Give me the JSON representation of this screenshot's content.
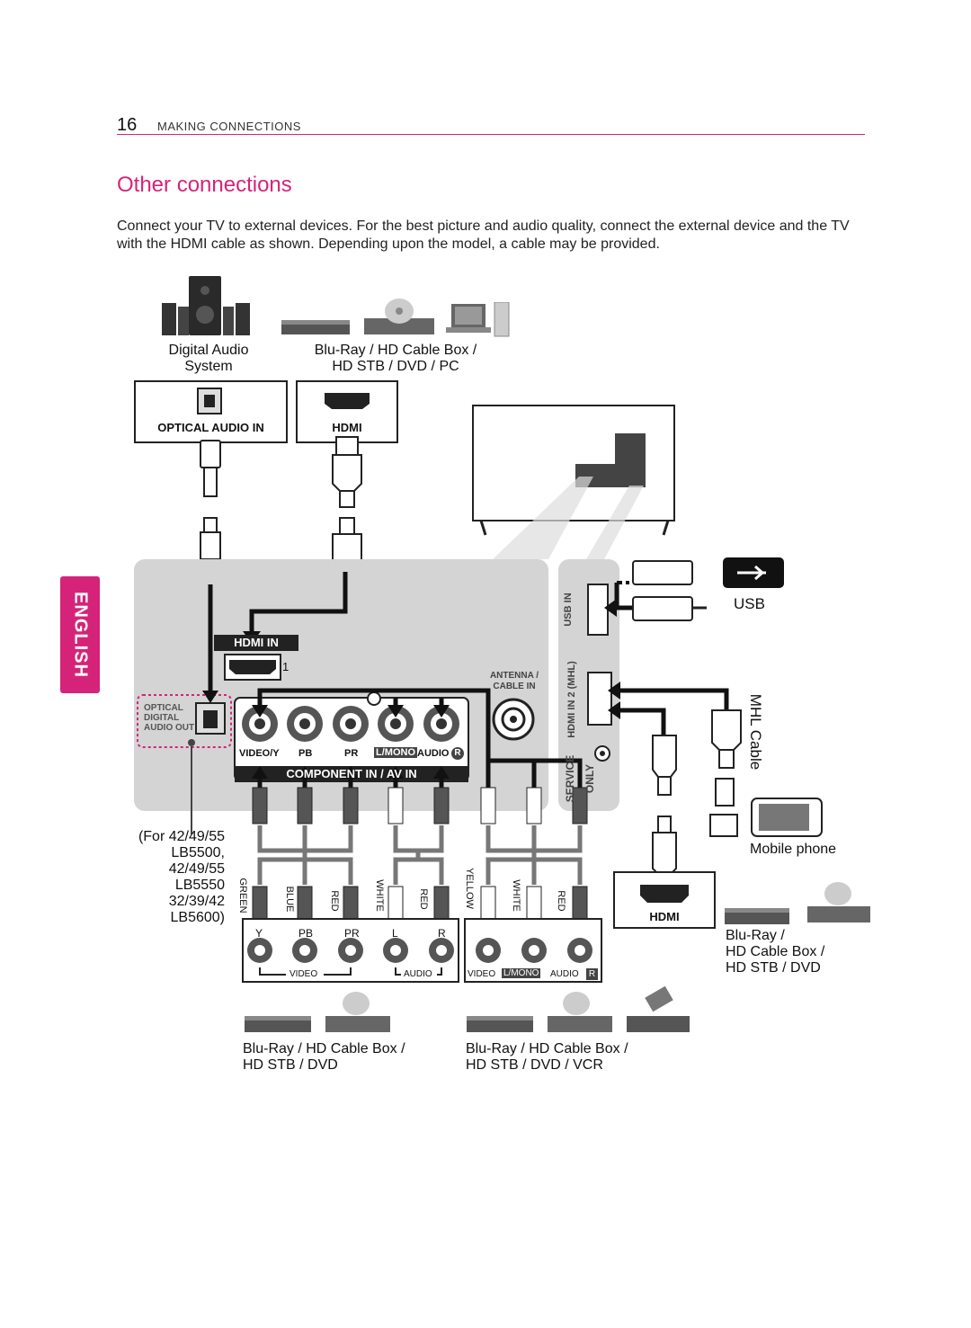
{
  "header": {
    "page_number": "16",
    "section": "MAKING CONNECTIONS"
  },
  "title": "Other connections",
  "intro": "Connect your TV to external devices. For the best picture and audio quality, connect the external device and the TV with the HDMI cable as shown. Depending upon the model, a cable may be provided.",
  "side_tab": "ENGLISH",
  "devices_top": {
    "audio_line1": "Digital Audio",
    "audio_line2": "System",
    "source_line1": "Blu-Ray / HD Cable Box /",
    "source_line2": "HD STB / DVD / PC"
  },
  "boxes": {
    "optical": "OPTICAL AUDIO IN",
    "hdmi": "HDMI",
    "hdmi_right": "HDMI"
  },
  "panel": {
    "hdmi_in": "HDMI IN",
    "hdmi_port_num": "1",
    "optical_out": [
      "OPTICAL",
      "DIGITAL",
      "AUDIO OUT"
    ],
    "antenna": [
      "ANTENNA /",
      "CABLE IN"
    ],
    "jack_labels": [
      "VIDEO/Y",
      "PB",
      "PR",
      "L/MONO",
      "AUDIO",
      "R"
    ],
    "component_bar": "COMPONENT IN / AV IN",
    "usb_in": "USB IN",
    "hdmi_in2": "HDMI IN 2 (MHL)",
    "service": "SERVICE",
    "only": "ONLY"
  },
  "right": {
    "usb": "USB",
    "mhl_cable": "MHL Cable",
    "mobile": "Mobile phone",
    "dev1": "Blu-Ray /",
    "dev2": "HD Cable Box /",
    "dev3": "HD STB / DVD"
  },
  "models": [
    "(For 42/49/55",
    "LB5500,",
    "42/49/55",
    "LB5550",
    "32/39/42",
    "LB5600)"
  ],
  "cable_colors_left": [
    "GREEN",
    "BLUE",
    "RED",
    "WHITE",
    "RED"
  ],
  "cable_colors_right": [
    "YELLOW",
    "WHITE",
    "RED"
  ],
  "comp_box": {
    "jacks": [
      "Y",
      "PB",
      "PR",
      "L",
      "R"
    ],
    "video": "VIDEO",
    "audio": "AUDIO"
  },
  "av_box": {
    "video": "VIDEO",
    "lmono": "L/MONO",
    "audio": "AUDIO",
    "r": "R"
  },
  "bottom": {
    "left1": "Blu-Ray / HD Cable Box /",
    "left2": "HD STB / DVD",
    "right1": "Blu-Ray / HD Cable Box /",
    "right2": "HD STB / DVD / VCR"
  },
  "colors": {
    "accent": "#d6237a",
    "panel": "#d4d4d4",
    "dark": "#222222"
  }
}
